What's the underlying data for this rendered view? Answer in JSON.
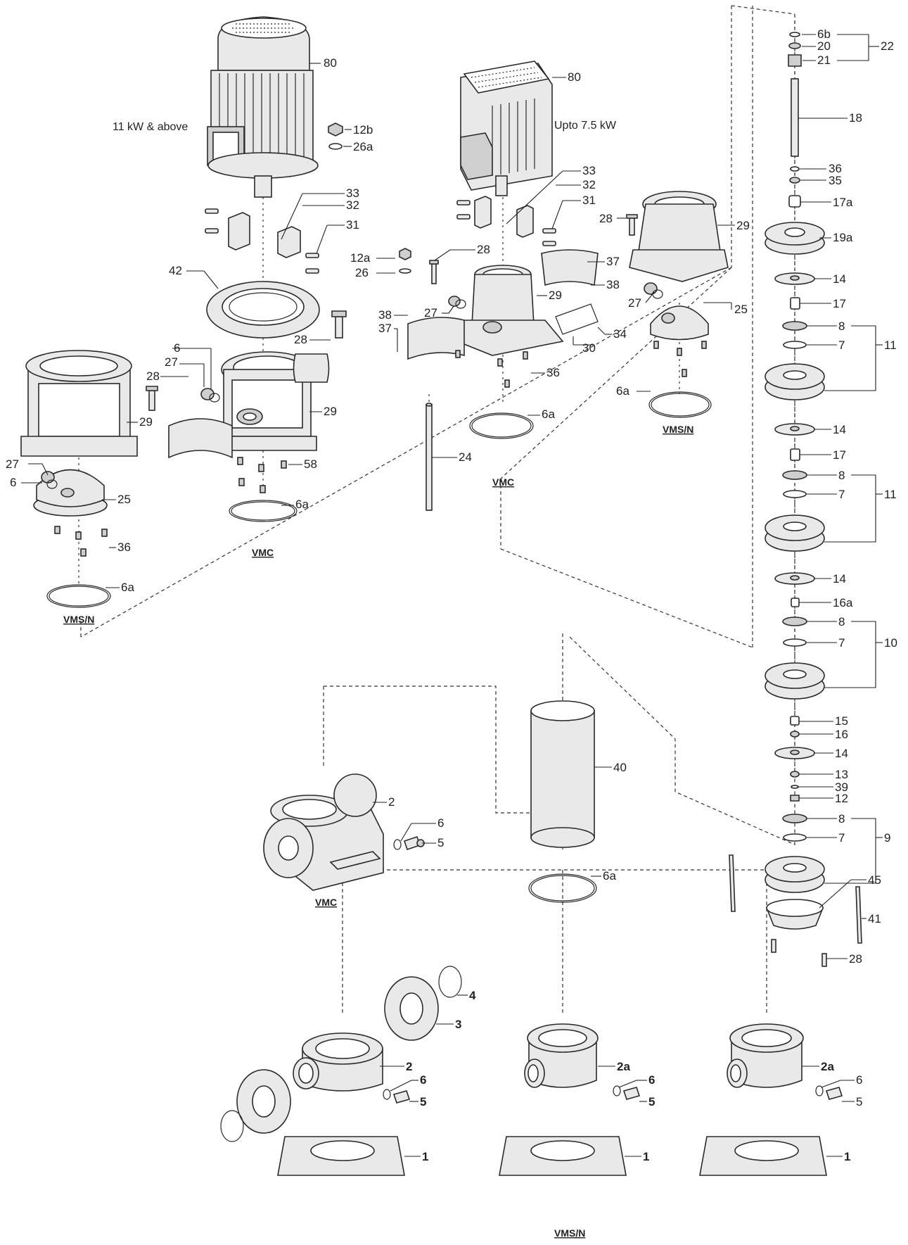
{
  "captions": {
    "motor_large": "11 kW & above",
    "motor_small": "Upto 7.5 kW"
  },
  "variant_titles": {
    "vmc_left": "VMC",
    "vms_left": "VMS/N",
    "vmc_mid": "VMC",
    "vms_right": "VMS/N",
    "vmc_casing": "VMC",
    "vms_bottom": "VMS/N"
  },
  "part_numbers": {
    "n80": "80",
    "n12b": "12b",
    "n26a": "26a",
    "n33": "33",
    "n32": "32",
    "n31": "31",
    "n42": "42",
    "n28": "28",
    "n6": "6",
    "n27": "27",
    "n29": "29",
    "n58": "58",
    "n6a": "6a",
    "n25": "25",
    "n36": "36",
    "n12a": "12a",
    "n26": "26",
    "n38": "38",
    "n37": "37",
    "n30": "30",
    "n34": "34",
    "n24": "24",
    "n6b": "6b",
    "n20": "20",
    "n21": "21",
    "n22": "22",
    "n18": "18",
    "n35": "35",
    "n17a": "17a",
    "n19a": "19a",
    "n14": "14",
    "n17": "17",
    "n8": "8",
    "n7": "7",
    "n11": "11",
    "n16a": "16a",
    "n10": "10",
    "n15": "15",
    "n16": "16",
    "n13": "13",
    "n39": "39",
    "n12": "12",
    "n9": "9",
    "n45": "45",
    "n41": "41",
    "n40": "40",
    "n2": "2",
    "n5": "5",
    "n4": "4",
    "n3": "3",
    "n2a": "2a",
    "n1": "1"
  }
}
